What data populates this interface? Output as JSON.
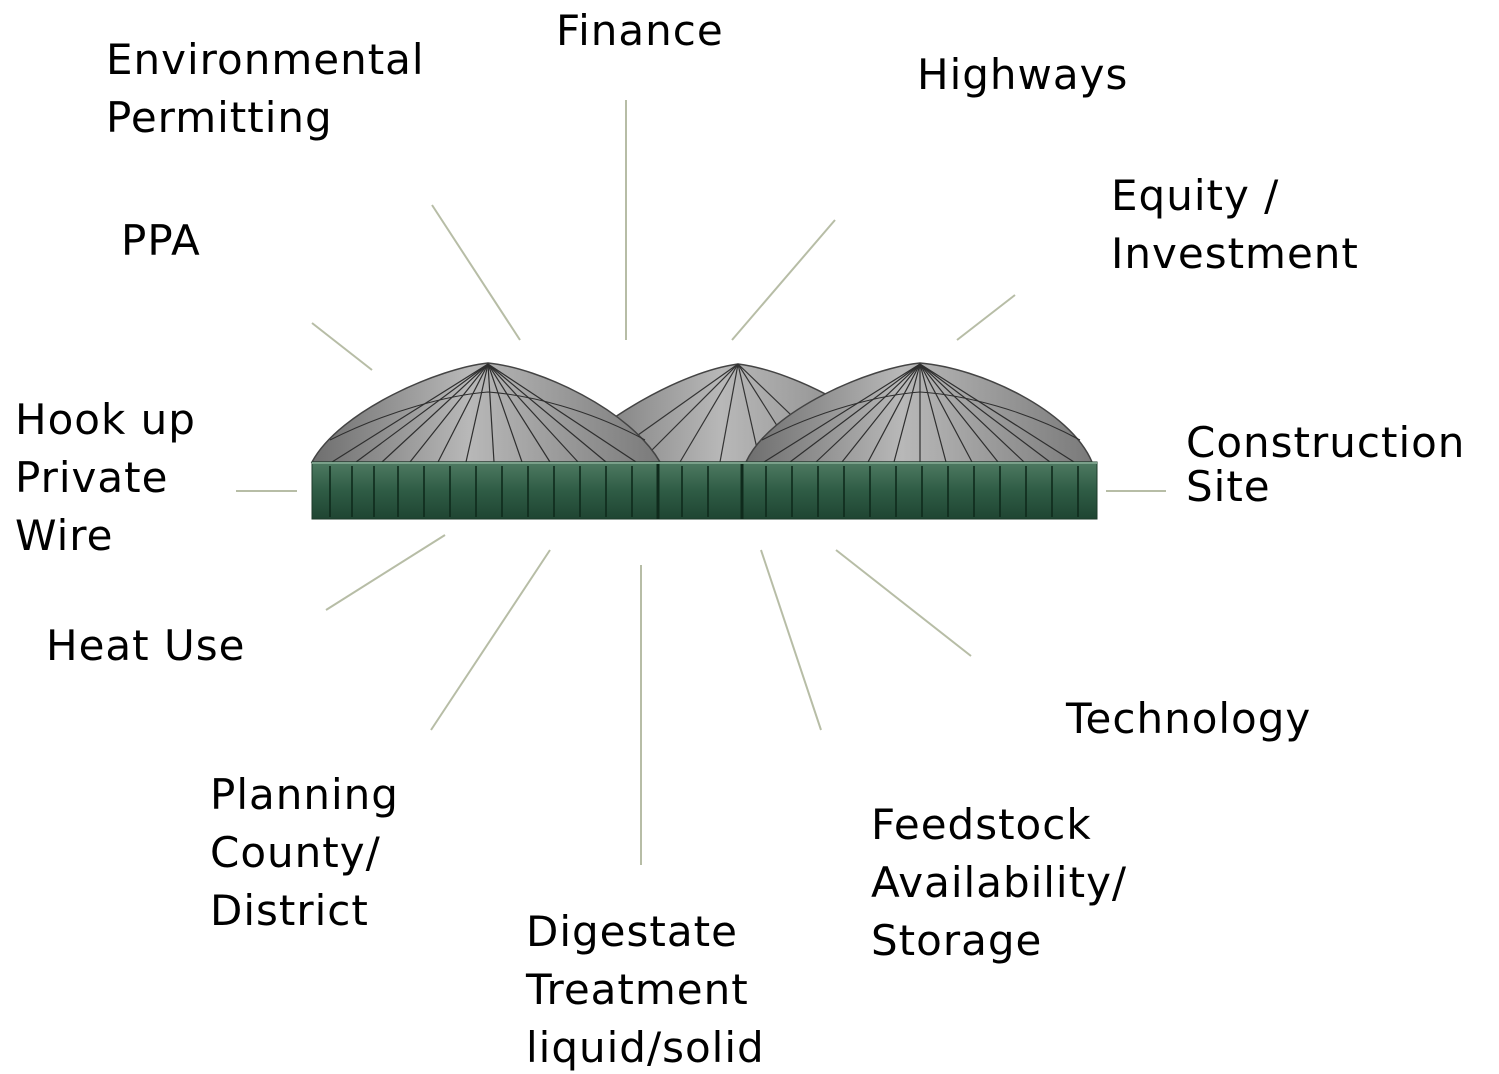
{
  "labels": {
    "finance": [
      "Finance"
    ],
    "environmental_permitting": [
      "Environmental",
      "Permitting"
    ],
    "highways": [
      "Highways"
    ],
    "equity_investment": [
      "Equity /",
      "Investment"
    ],
    "ppa": [
      "PPA"
    ],
    "hook_up_private_wire": [
      "Hook up",
      "Private",
      "Wire"
    ],
    "construction_site": [
      "Construction",
      "Site"
    ],
    "heat_use": [
      "Heat Use"
    ],
    "technology": [
      "Technology"
    ],
    "planning": [
      "Planning",
      "County/",
      "District"
    ],
    "feedstock": [
      "Feedstock",
      "Availability/",
      "Storage"
    ],
    "digestate": [
      "Digestate",
      "Treatment",
      "liquid/solid"
    ]
  },
  "colors": {
    "ray": "#b7bda6",
    "tank_green": "#2f5c45",
    "dome_gray": "#9a9a9a",
    "text": "#000000"
  },
  "icons": {
    "center_image": "digester-tanks-icon"
  }
}
